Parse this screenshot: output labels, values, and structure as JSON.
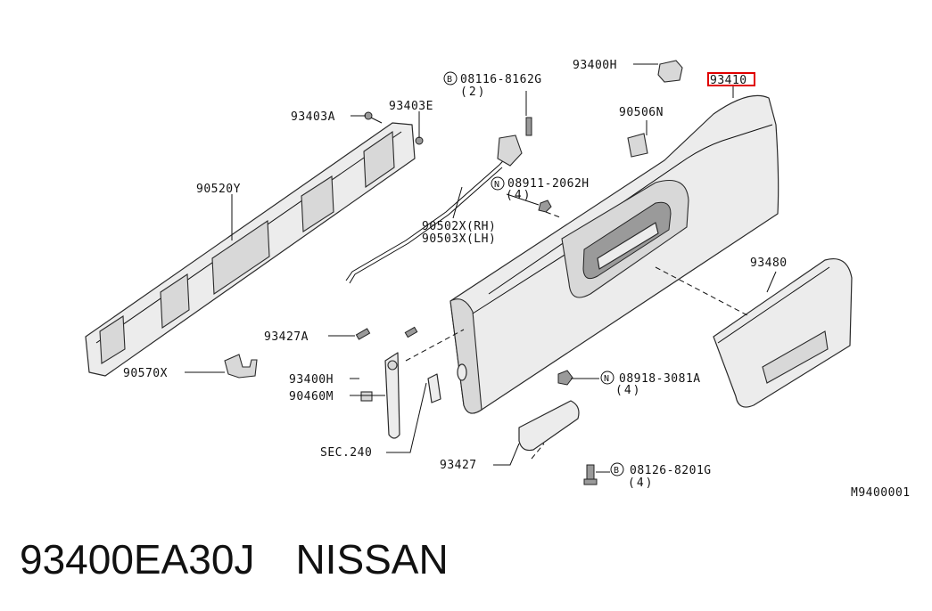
{
  "labels": {
    "p93400H_top": "93400H",
    "p93410": "93410",
    "p90506N": "90506N",
    "b08116_code": "08116-8162G",
    "b08116_qty": "(2)",
    "p93403E": "93403E",
    "p93403A": "93403A",
    "p90520Y": "90520Y",
    "p90502X": "90502X(RH)",
    "p90503X": "90503X(LH)",
    "n08911_code": "08911-2062H",
    "n08911_qty": "(4)",
    "p93480": "93480",
    "p93427A": "93427A",
    "p90570X": "90570X",
    "p93400H_mid": "93400H",
    "p90460M": "90460M",
    "n08918_code": "08918-3081A",
    "n08918_qty": "(4)",
    "sec240": "SEC.240",
    "p93427": "93427",
    "b08126_code": "08126-8201G",
    "b08126_qty": "(4)",
    "diagram_id": "M9400001"
  },
  "symbols": {
    "bolt": "B",
    "nut": "N"
  },
  "highlight_color": "#e00000",
  "caption": "93400EA30J　NISSAN"
}
